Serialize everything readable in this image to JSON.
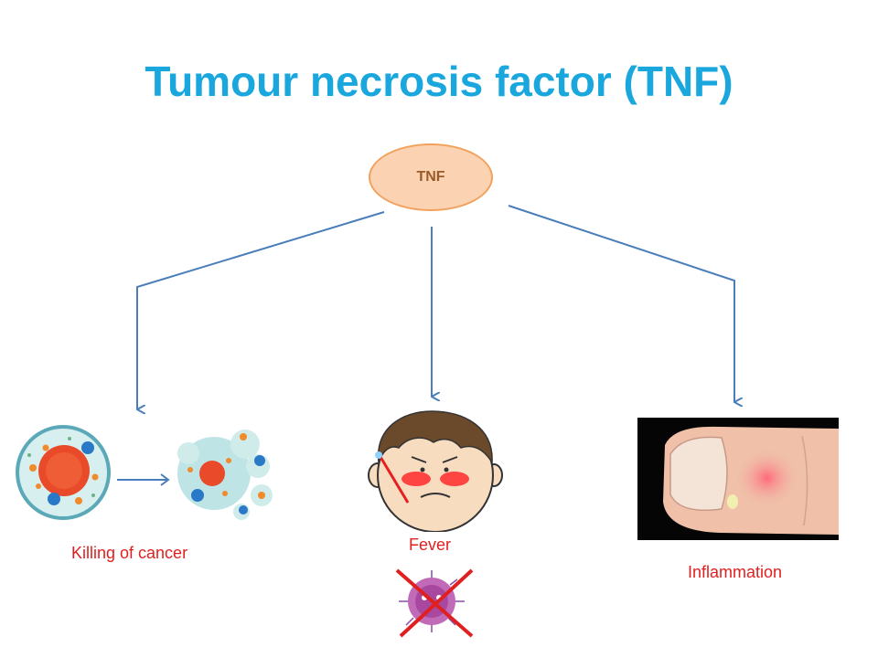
{
  "title": "Tumour necrosis factor (TNF)",
  "center_node": {
    "label": "TNF"
  },
  "effects": [
    {
      "label": "Killing of cancer",
      "icon": "cancer-cell-icon"
    },
    {
      "label": "Fever",
      "icon": "fevered-face-icon"
    },
    {
      "label": "Inflammation",
      "icon": "inflamed-finger-icon"
    }
  ],
  "colors": {
    "title": "#1aa7de",
    "node_fill": "#fbd3b3",
    "node_border": "#f2a15c",
    "node_text": "#9b5a2a",
    "arrow": "#4a7ebb",
    "label": "#e02020"
  }
}
